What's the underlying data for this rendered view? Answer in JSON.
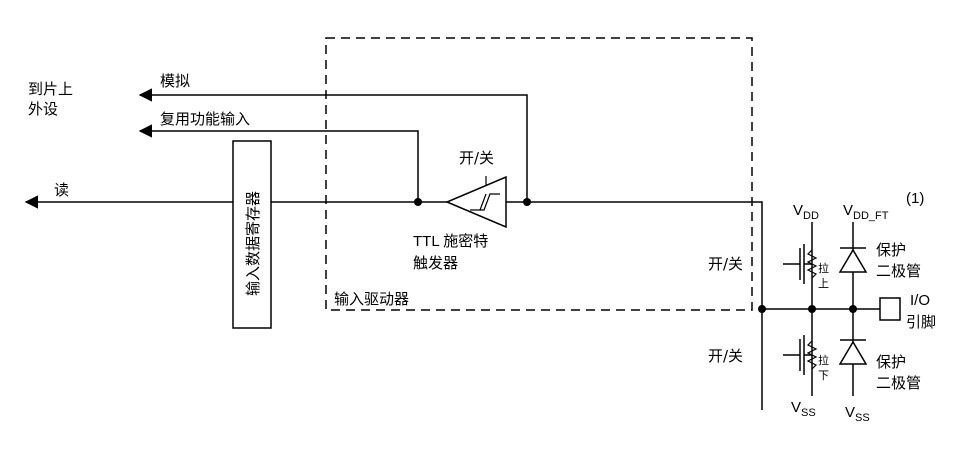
{
  "labels": {
    "to_peripheral": [
      "到片上",
      "外设"
    ],
    "analog": "模拟",
    "alt_func_input": "复用功能输入",
    "read": "读",
    "input_data_register": "输入数据寄存器",
    "on_off_top": "开/关",
    "ttl_schmitt": [
      "TTL 施密特",
      "触发器"
    ],
    "input_driver": "输入驱动器",
    "on_off_pullup": "开/关",
    "on_off_pulldown": "开/关",
    "pull_up": [
      "拉",
      "上"
    ],
    "pull_down": [
      "拉",
      "下"
    ],
    "vdd": "V",
    "vdd_sub": "DD",
    "vdd_ft": "V",
    "vdd_ft_sub": "DD_FT",
    "footnote_mark": "(1)",
    "protect_diode_top": [
      "保护",
      "二极管"
    ],
    "protect_diode_bottom": [
      "保护",
      "二极管"
    ],
    "io_pin": [
      "I/O",
      "引脚"
    ],
    "vss_left": "V",
    "vss_left_sub": "SS",
    "vss_right": "V",
    "vss_right_sub": "SS"
  }
}
